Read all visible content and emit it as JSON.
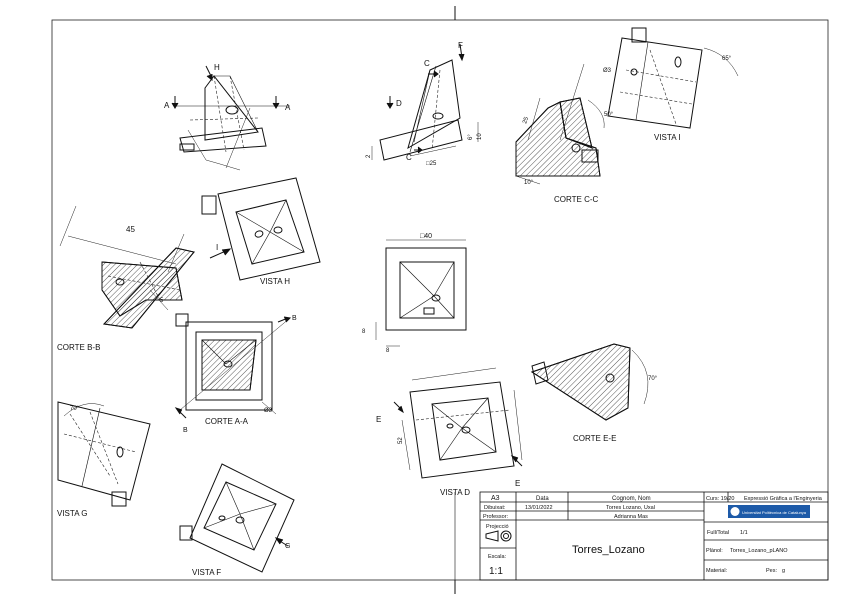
{
  "views": {
    "corte_bb": "CORTE B-B",
    "vista_h": "VISTA H",
    "corte_aa": "CORTE A-A",
    "vista_g": "VISTA G",
    "vista_f": "VISTA F",
    "corte_cc": "CORTE C-C",
    "vista_i": "VISTA I",
    "vista_d": "VISTA D",
    "corte_ee": "CORTE E-E"
  },
  "markers": {
    "A": "A",
    "B": "B",
    "C": "C",
    "D": "D",
    "E": "E",
    "F": "F",
    "G": "G",
    "H": "H",
    "I": "I"
  },
  "dims": {
    "d45": "45",
    "d40": "□40",
    "d25sq": "□25",
    "d25": "25",
    "d10": "10",
    "d10b": "10°",
    "d8a": "8",
    "d8b": "8",
    "d2": "2",
    "d6": "6°",
    "d3": "Ø3",
    "d3b": "Ø3",
    "d65": "65°",
    "d50": "50°",
    "d70": "70°",
    "d70b": "70°",
    "d52": "52",
    "d5": "5"
  },
  "title_block": {
    "format": "A3",
    "col_data": "Data",
    "col_name": "Cognom, Nom",
    "row_dibuixat": "Dibuixat:",
    "row_professor": "Professor:",
    "date": "13/01/2022",
    "drawn_by": "Torres Lozano, Uxal",
    "professor": "Adrianna Mas",
    "projeccio": "Projecció",
    "escala_label": "Escala:",
    "escala": "1:1",
    "drawing_title": "Torres_Lozano",
    "curs": "Curs: 19/20",
    "course": "Expressió Gràfica a l'Enginyeria",
    "university": "Universitat Politècnica de Catalunya",
    "full_label": "Full/Total",
    "full": "1/1",
    "plano_label": "Plànol:",
    "plano": "Torres_Lozano_pLANO",
    "material_label": "Material:",
    "pes_label": "Pes:",
    "pes": "g"
  },
  "colors": {
    "line": "#111111",
    "logo": "#1d5aa8"
  }
}
